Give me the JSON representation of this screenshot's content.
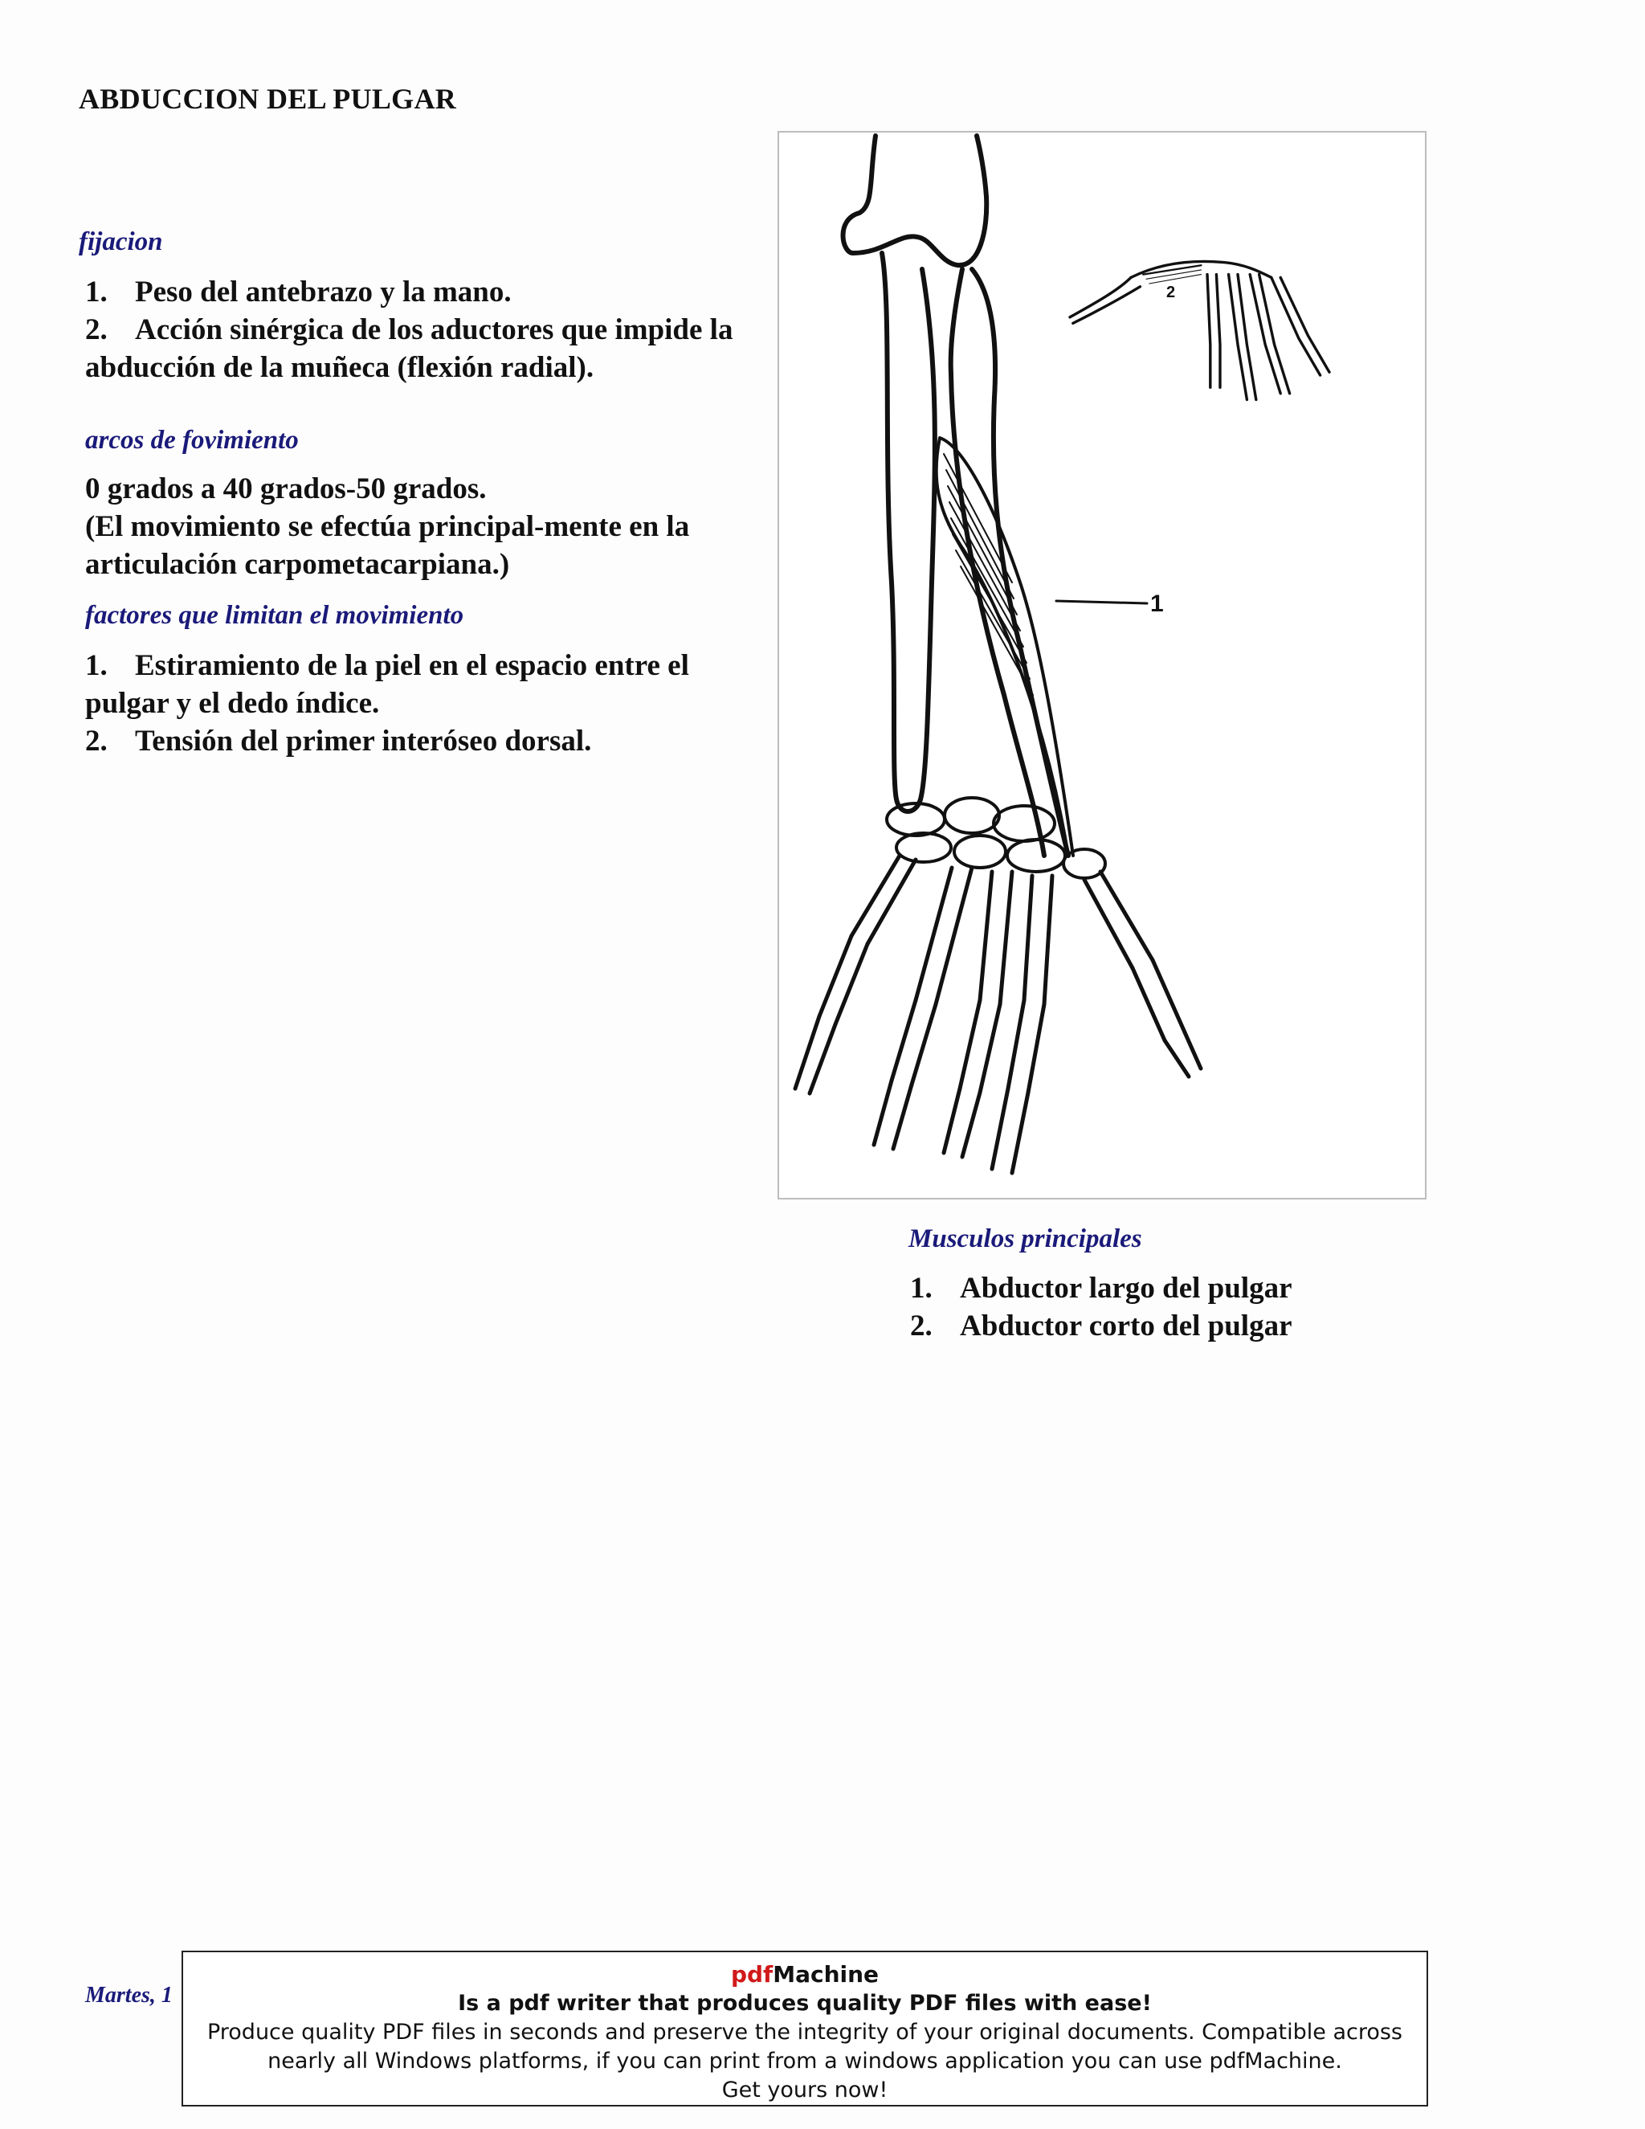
{
  "title": "ABDUCCION DEL PULGAR",
  "fijacion": {
    "heading": "fijacion",
    "items": [
      {
        "num": "1.",
        "text": "Peso del antebrazo y la mano."
      },
      {
        "num": "2.",
        "text": "Acción sinérgica de los aductores que impide la"
      }
    ],
    "continuation": "abducción de la muñeca (flexión radial)."
  },
  "arcos": {
    "heading": "arcos de fovimiento",
    "lines": [
      "0 grados a 40 grados-50 grados.",
      "(El movimiento se efectúa principal-mente en la",
      "articulación carpometacarpiana.)"
    ]
  },
  "factores": {
    "heading": "factores que limitan el movimiento",
    "items": [
      {
        "num": "1.",
        "text": "Estiramiento de la piel en el espacio entre el"
      },
      {
        "num": "",
        "text": "pulgar y el dedo índice."
      },
      {
        "num": "2.",
        "text": "Tensión del primer interóseo dorsal."
      }
    ]
  },
  "figure": {
    "labels": {
      "main": "1",
      "inset": "2"
    }
  },
  "musculos": {
    "heading": "Musculos principales",
    "items": [
      {
        "num": "1.",
        "text": "Abductor largo del pulgar"
      },
      {
        "num": "2.",
        "text": "Abductor corto del pulgar"
      }
    ]
  },
  "footer": {
    "date": "Martes, 1"
  },
  "banner": {
    "brand_pdf": "pdf",
    "brand_machine": "Machine",
    "tagline": "Is a pdf writer that produces quality PDF files with ease!",
    "desc1": "Produce quality PDF files in seconds and preserve the integrity of your original documents. Compatible across",
    "desc2": "nearly all Windows platforms, if you can print from a windows application you can use pdfMachine.",
    "cta": "Get yours now!"
  }
}
